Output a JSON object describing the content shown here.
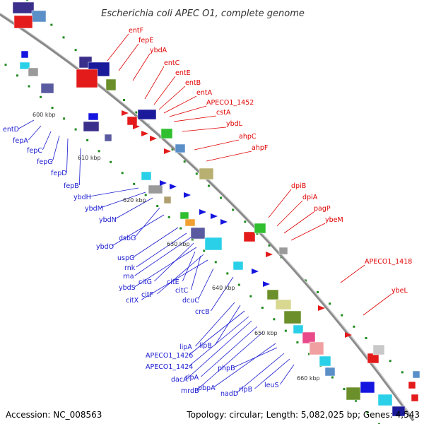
{
  "title": "Escherichia coli APEC O1, complete genome",
  "footer": {
    "accession": "Accession: NC_008563",
    "summary": "Topology: circular; Length: 5,082,025 bp; Genes: 4,543"
  },
  "colors": {
    "forward_label": "#e00000",
    "reverse_label": "#1a1ad0",
    "backbone": "#8a8a8a",
    "tick": "#1f8a1f"
  },
  "ticks": [
    "600 kbp",
    "610 kbp",
    "620 kbp",
    "630 kbp",
    "640 kbp",
    "650 kbp",
    "660 kbp"
  ],
  "forward_genes": [
    "entF",
    "fepE",
    "ybdA",
    "entC",
    "entE",
    "entB",
    "entA",
    "APECO1_1452",
    "cstA",
    "ybdL",
    "ahpC",
    "ahpF",
    "dpiB",
    "dpiA",
    "pagP",
    "ybeM",
    "APECO1_1418",
    "ybeL"
  ],
  "reverse_genes": [
    "entD",
    "fepA",
    "fepC",
    "fepG",
    "fepD",
    "fepB",
    "ybdH",
    "ybdM",
    "ybdN",
    "dsbG",
    "ybdO",
    "uspG",
    "rnk",
    "rna",
    "citG",
    "ybdS",
    "citF",
    "citX",
    "citE",
    "citC",
    "dcuC",
    "crcB",
    "lipA",
    "lipB",
    "APECO1_1426",
    "APECO1_1424",
    "dacA",
    "rlpA",
    "mrdB",
    "pbpA",
    "phpB",
    "nadD",
    "rlpB",
    "leuS"
  ]
}
